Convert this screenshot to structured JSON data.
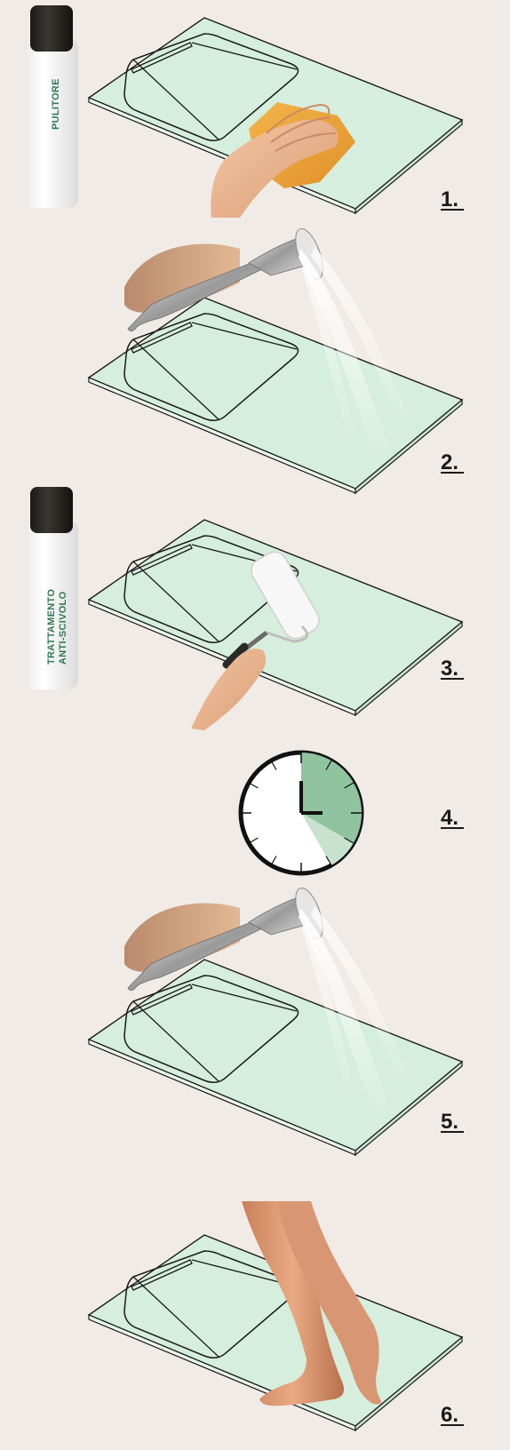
{
  "colors": {
    "background": "#f0ebe6",
    "tray_fill": "#d6eedd",
    "tray_stroke": "#1a1a1a",
    "bottle_text": "#2f7a5a",
    "clock_fill": "#8fc49f"
  },
  "steps": [
    {
      "label": "1.",
      "bottle_text": "PULITORE",
      "illustration": "sponge-cleaning"
    },
    {
      "label": "2.",
      "illustration": "shower-rinse"
    },
    {
      "label": "3.",
      "bottle_text_line1": "TRATTAMENTO",
      "bottle_text_line2": "ANTI-SCIVOLO",
      "illustration": "roller-application"
    },
    {
      "label": "4.",
      "illustration": "clock-wait",
      "clock_fraction": 0.33
    },
    {
      "label": "5.",
      "illustration": "shower-rinse"
    },
    {
      "label": "6.",
      "illustration": "walking-feet"
    }
  ]
}
